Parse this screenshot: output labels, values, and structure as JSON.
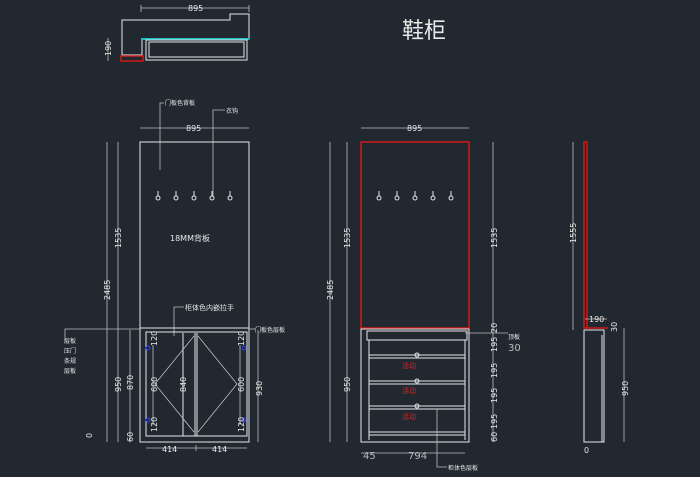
{
  "title": "鞋柜",
  "colors": {
    "background": "#212830",
    "line": "#e6e6e6",
    "highlight": "#d01818",
    "glass": "#20c0c8"
  },
  "plan": {
    "width": "895",
    "depth": "190"
  },
  "front": {
    "width": "895",
    "label_back_panel": "门板色背板",
    "label_hook": "衣钩",
    "label_board": "18MM背板",
    "label_handle": "柜体色内嵌拉手",
    "label_right": "门板色层板",
    "left_labels": [
      "层板",
      "压门",
      "条规",
      "层板"
    ],
    "dim_total": "2485",
    "dim_upper": "1535",
    "dim_lower": "950",
    "dim_inner": "870",
    "dim_right": "930",
    "dim_door_top": "120",
    "dim_door_mid": "600",
    "dim_door_bot": "120",
    "dim_center": "840",
    "dim_base": "60",
    "dim_zero": "0",
    "door_widths": [
      "414",
      "414"
    ]
  },
  "drawer_view": {
    "width": "895",
    "dim_total": "2485",
    "dim_upper": "1535",
    "dim_lower": "950",
    "right_upper": "1535",
    "right_dims": [
      "20",
      "195",
      "195",
      "195",
      "195",
      "60"
    ],
    "label_top": "顶板",
    "label_top_val": "30",
    "drawer_labels": [
      "活动",
      "活动",
      "活动"
    ],
    "bottom_label": "柜体色层板",
    "dim_offset": "45",
    "dim_width": "794"
  },
  "side": {
    "dim_upper": "1555",
    "depth": "190",
    "top": "30",
    "dim_lower": "950",
    "dim_zero": "0"
  }
}
